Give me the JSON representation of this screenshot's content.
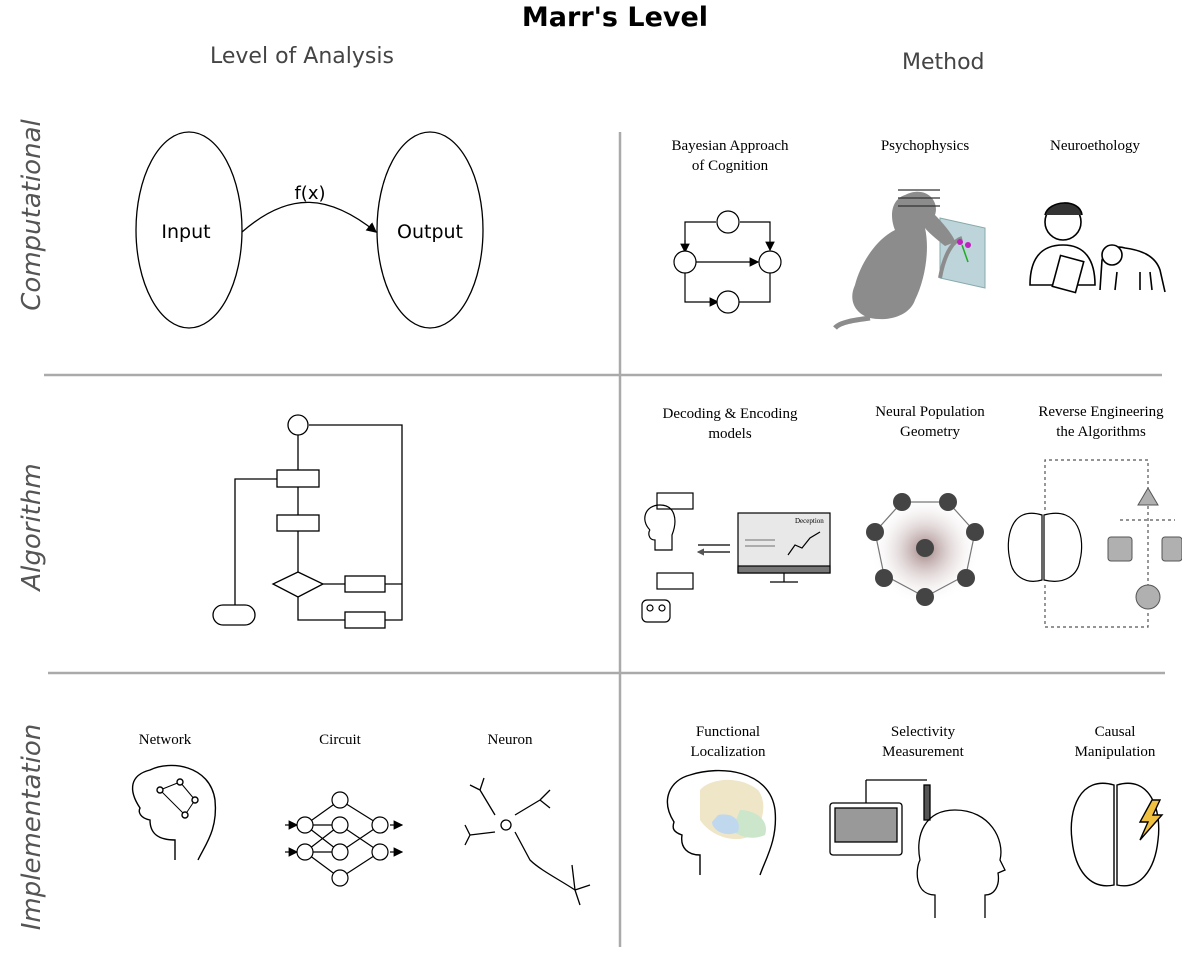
{
  "title": "Marr's Level",
  "columns": {
    "left": "Level of Analysis",
    "right": "Method"
  },
  "rows": {
    "computational": "Computational",
    "algorithm": "Algorithm",
    "implementation": "Implementation"
  },
  "computational_diagram": {
    "input": "Input",
    "output": "Output",
    "function": "f(x)"
  },
  "methods": {
    "computational": {
      "m1": "Bayesian Approach\nof Cognition",
      "m2": "Psychophysics",
      "m3": "Neuroethology"
    },
    "algorithm": {
      "m1": "Decoding & Encoding\nmodels",
      "m2": "Neural Population\nGeometry",
      "m3": "Reverse Engineering\nthe Algorithms",
      "screen_label": "Deception"
    },
    "implementation": {
      "m1": "Functional\nLocalization",
      "m2": "Selectivity\nMeasurement",
      "m3": "Causal\nManipulation"
    }
  },
  "implementation_levels": {
    "l1": "Network",
    "l2": "Circuit",
    "l3": "Neuron"
  },
  "colors": {
    "grid_line": "#aaaaaa",
    "monkey": "#8c8c8c",
    "dot": "#444444",
    "box": "#b0b0b0"
  }
}
